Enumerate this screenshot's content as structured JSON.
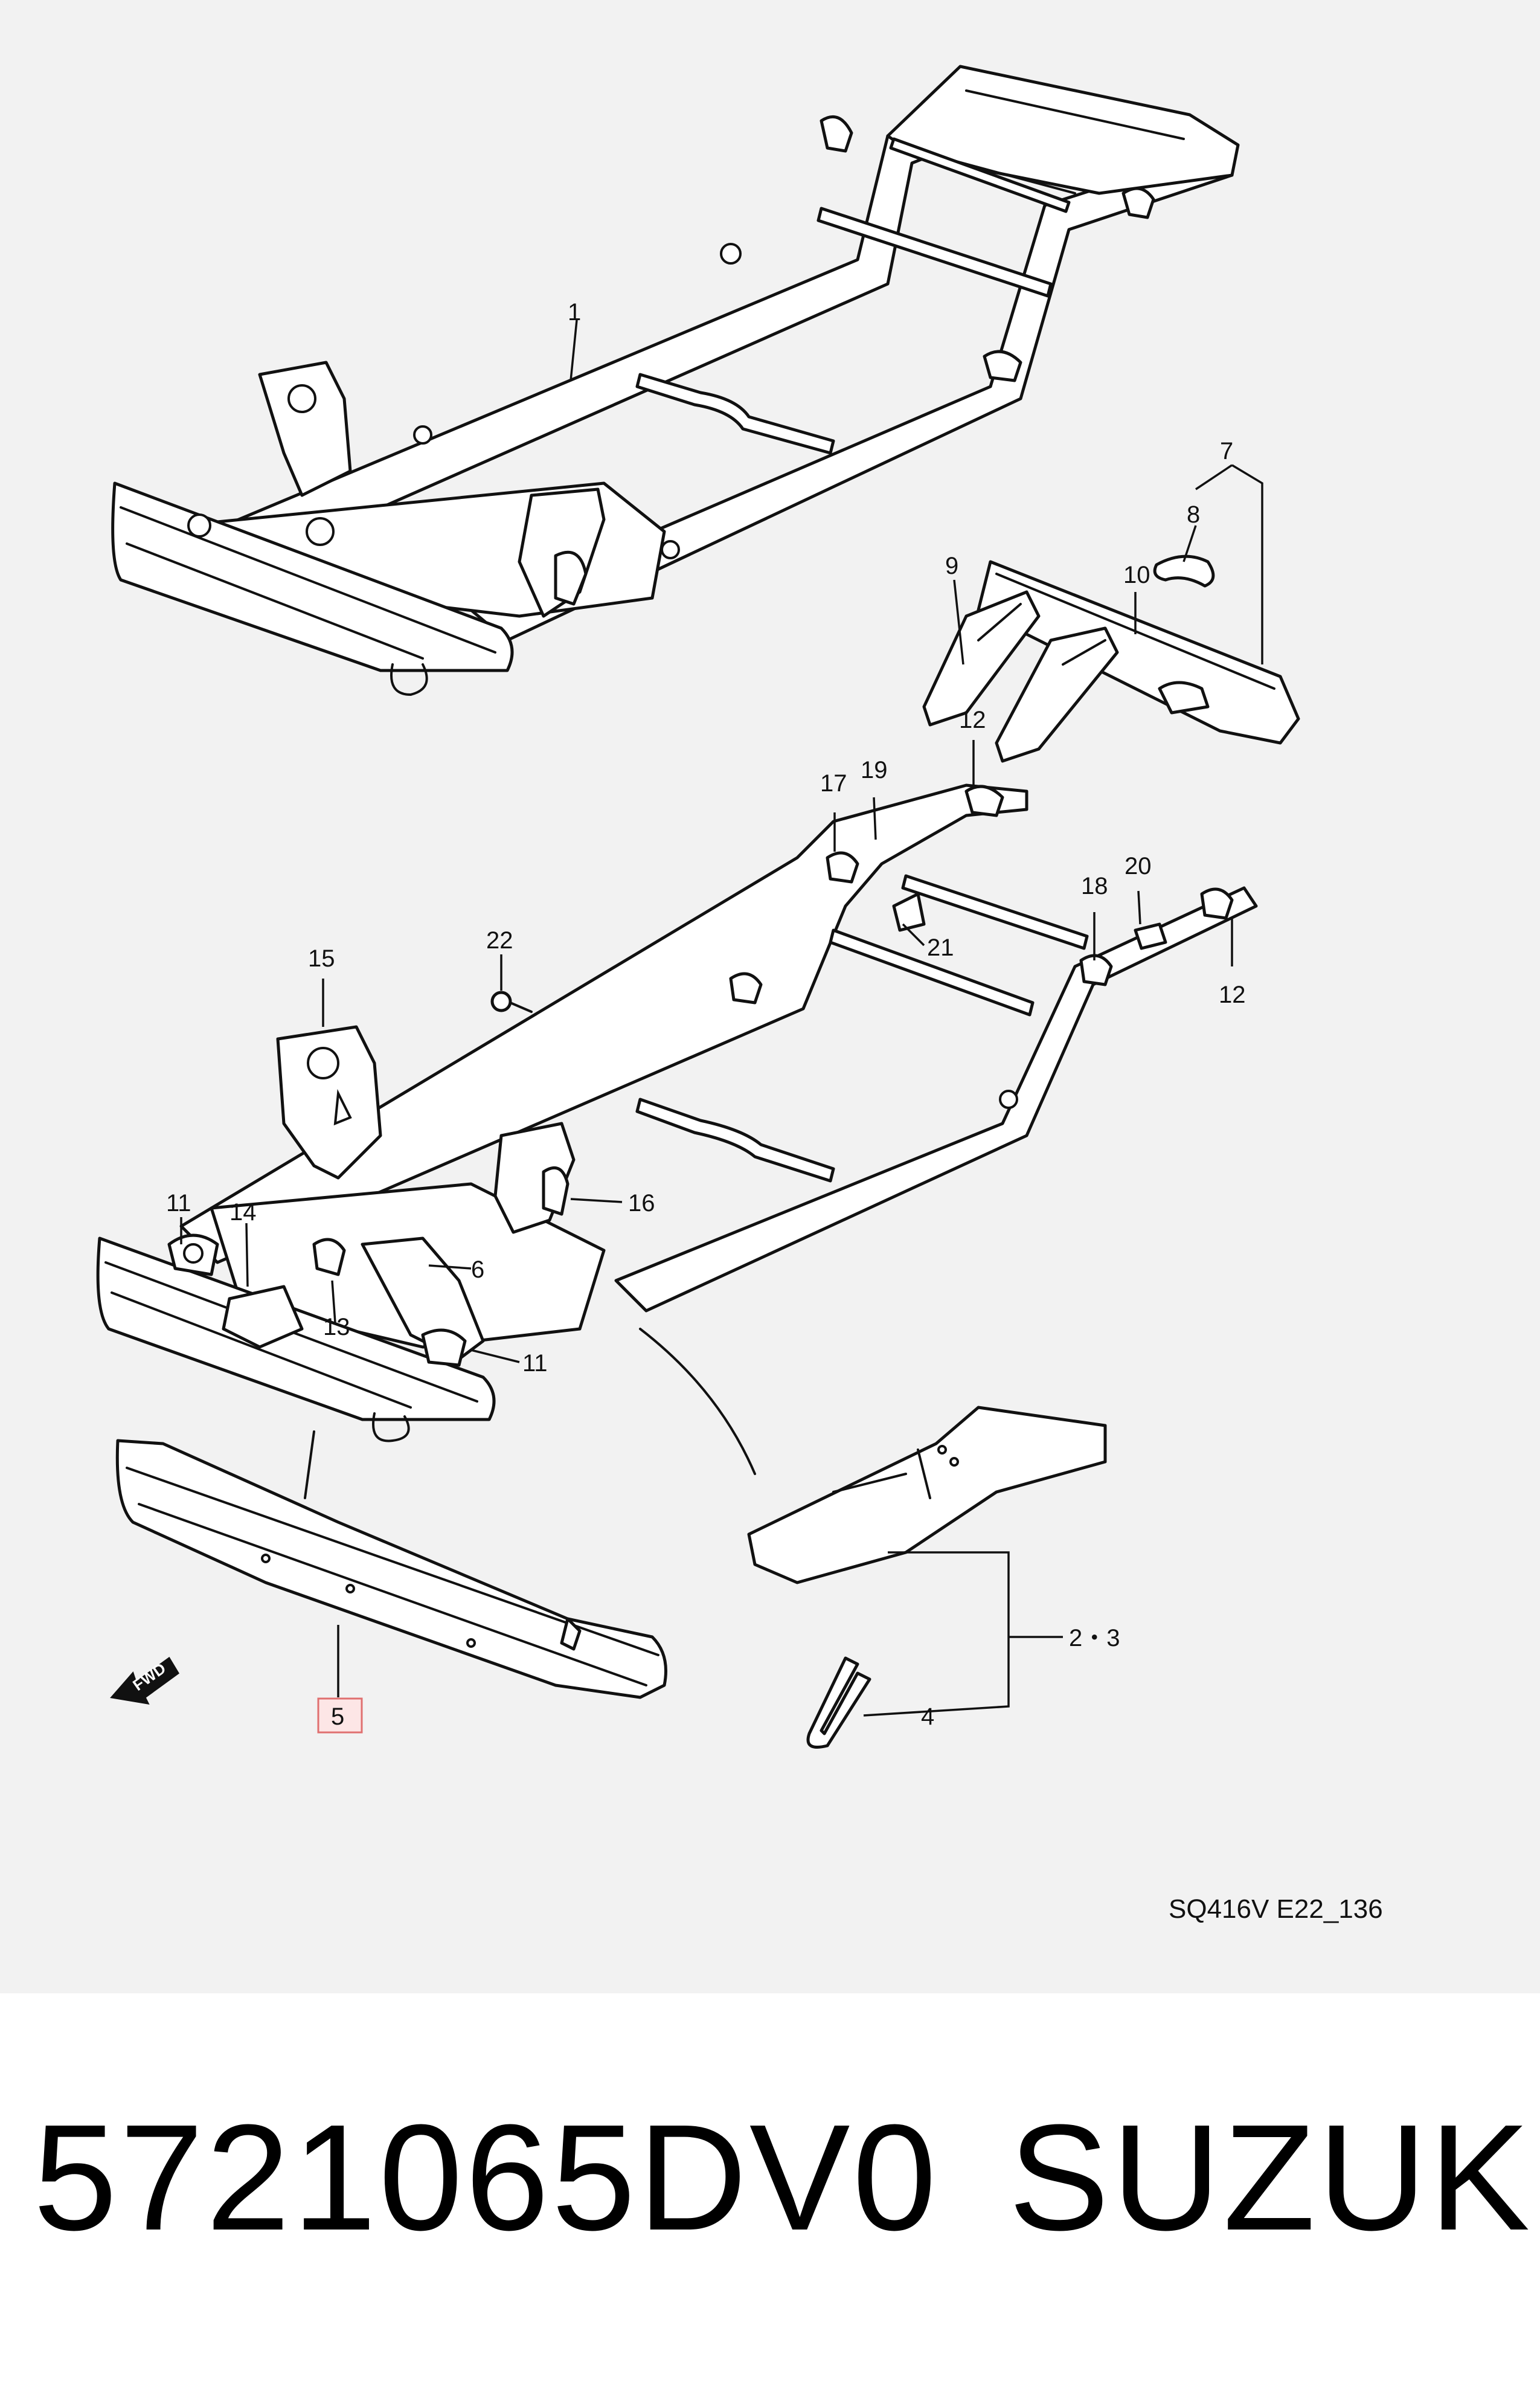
{
  "diagram": {
    "code": "SQ416V E22_136",
    "fwd_label": "FWD",
    "callouts": {
      "c1": "1",
      "c2_3": "2・3",
      "c4": "4",
      "c5": "5",
      "c6": "6",
      "c7": "7",
      "c8": "8",
      "c9": "9",
      "c10": "10",
      "c11a": "11",
      "c11b": "11",
      "c12a": "12",
      "c12b": "12",
      "c13": "13",
      "c14": "14",
      "c15": "15",
      "c16": "16",
      "c17": "17",
      "c18": "18",
      "c19": "19",
      "c20": "20",
      "c21": "21",
      "c22": "22"
    },
    "highlighted_part": "5"
  },
  "footer": {
    "part_number": "5721065DV0",
    "brand": "SUZUKI"
  }
}
